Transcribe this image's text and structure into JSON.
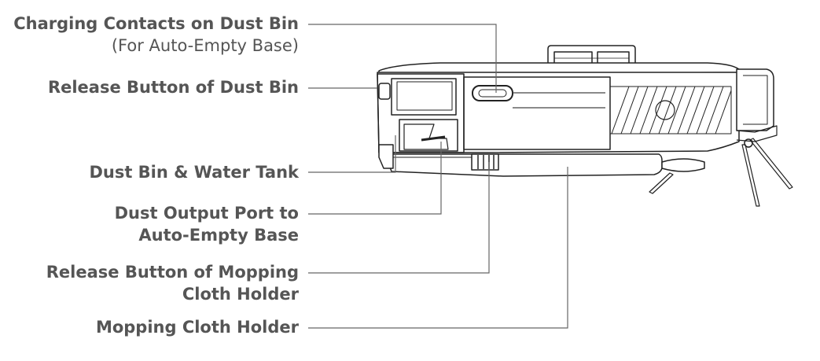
{
  "labels": {
    "charging_contacts": {
      "line1": "Charging Contacts on Dust Bin",
      "line2": "(For Auto-Empty Base)"
    },
    "release_dust_bin": "Release Button of Dust Bin",
    "dust_bin_water_tank": "Dust Bin & Water Tank",
    "dust_output_port": {
      "line1": "Dust Output Port to",
      "line2": "Auto-Empty Base"
    },
    "release_mopping": {
      "line1": "Release Button of Mopping",
      "line2": "Cloth Holder"
    },
    "mopping_cloth_holder": "Mopping Cloth Holder"
  },
  "colors": {
    "text": "#555555",
    "line": "#666666",
    "outline": "#222222"
  }
}
